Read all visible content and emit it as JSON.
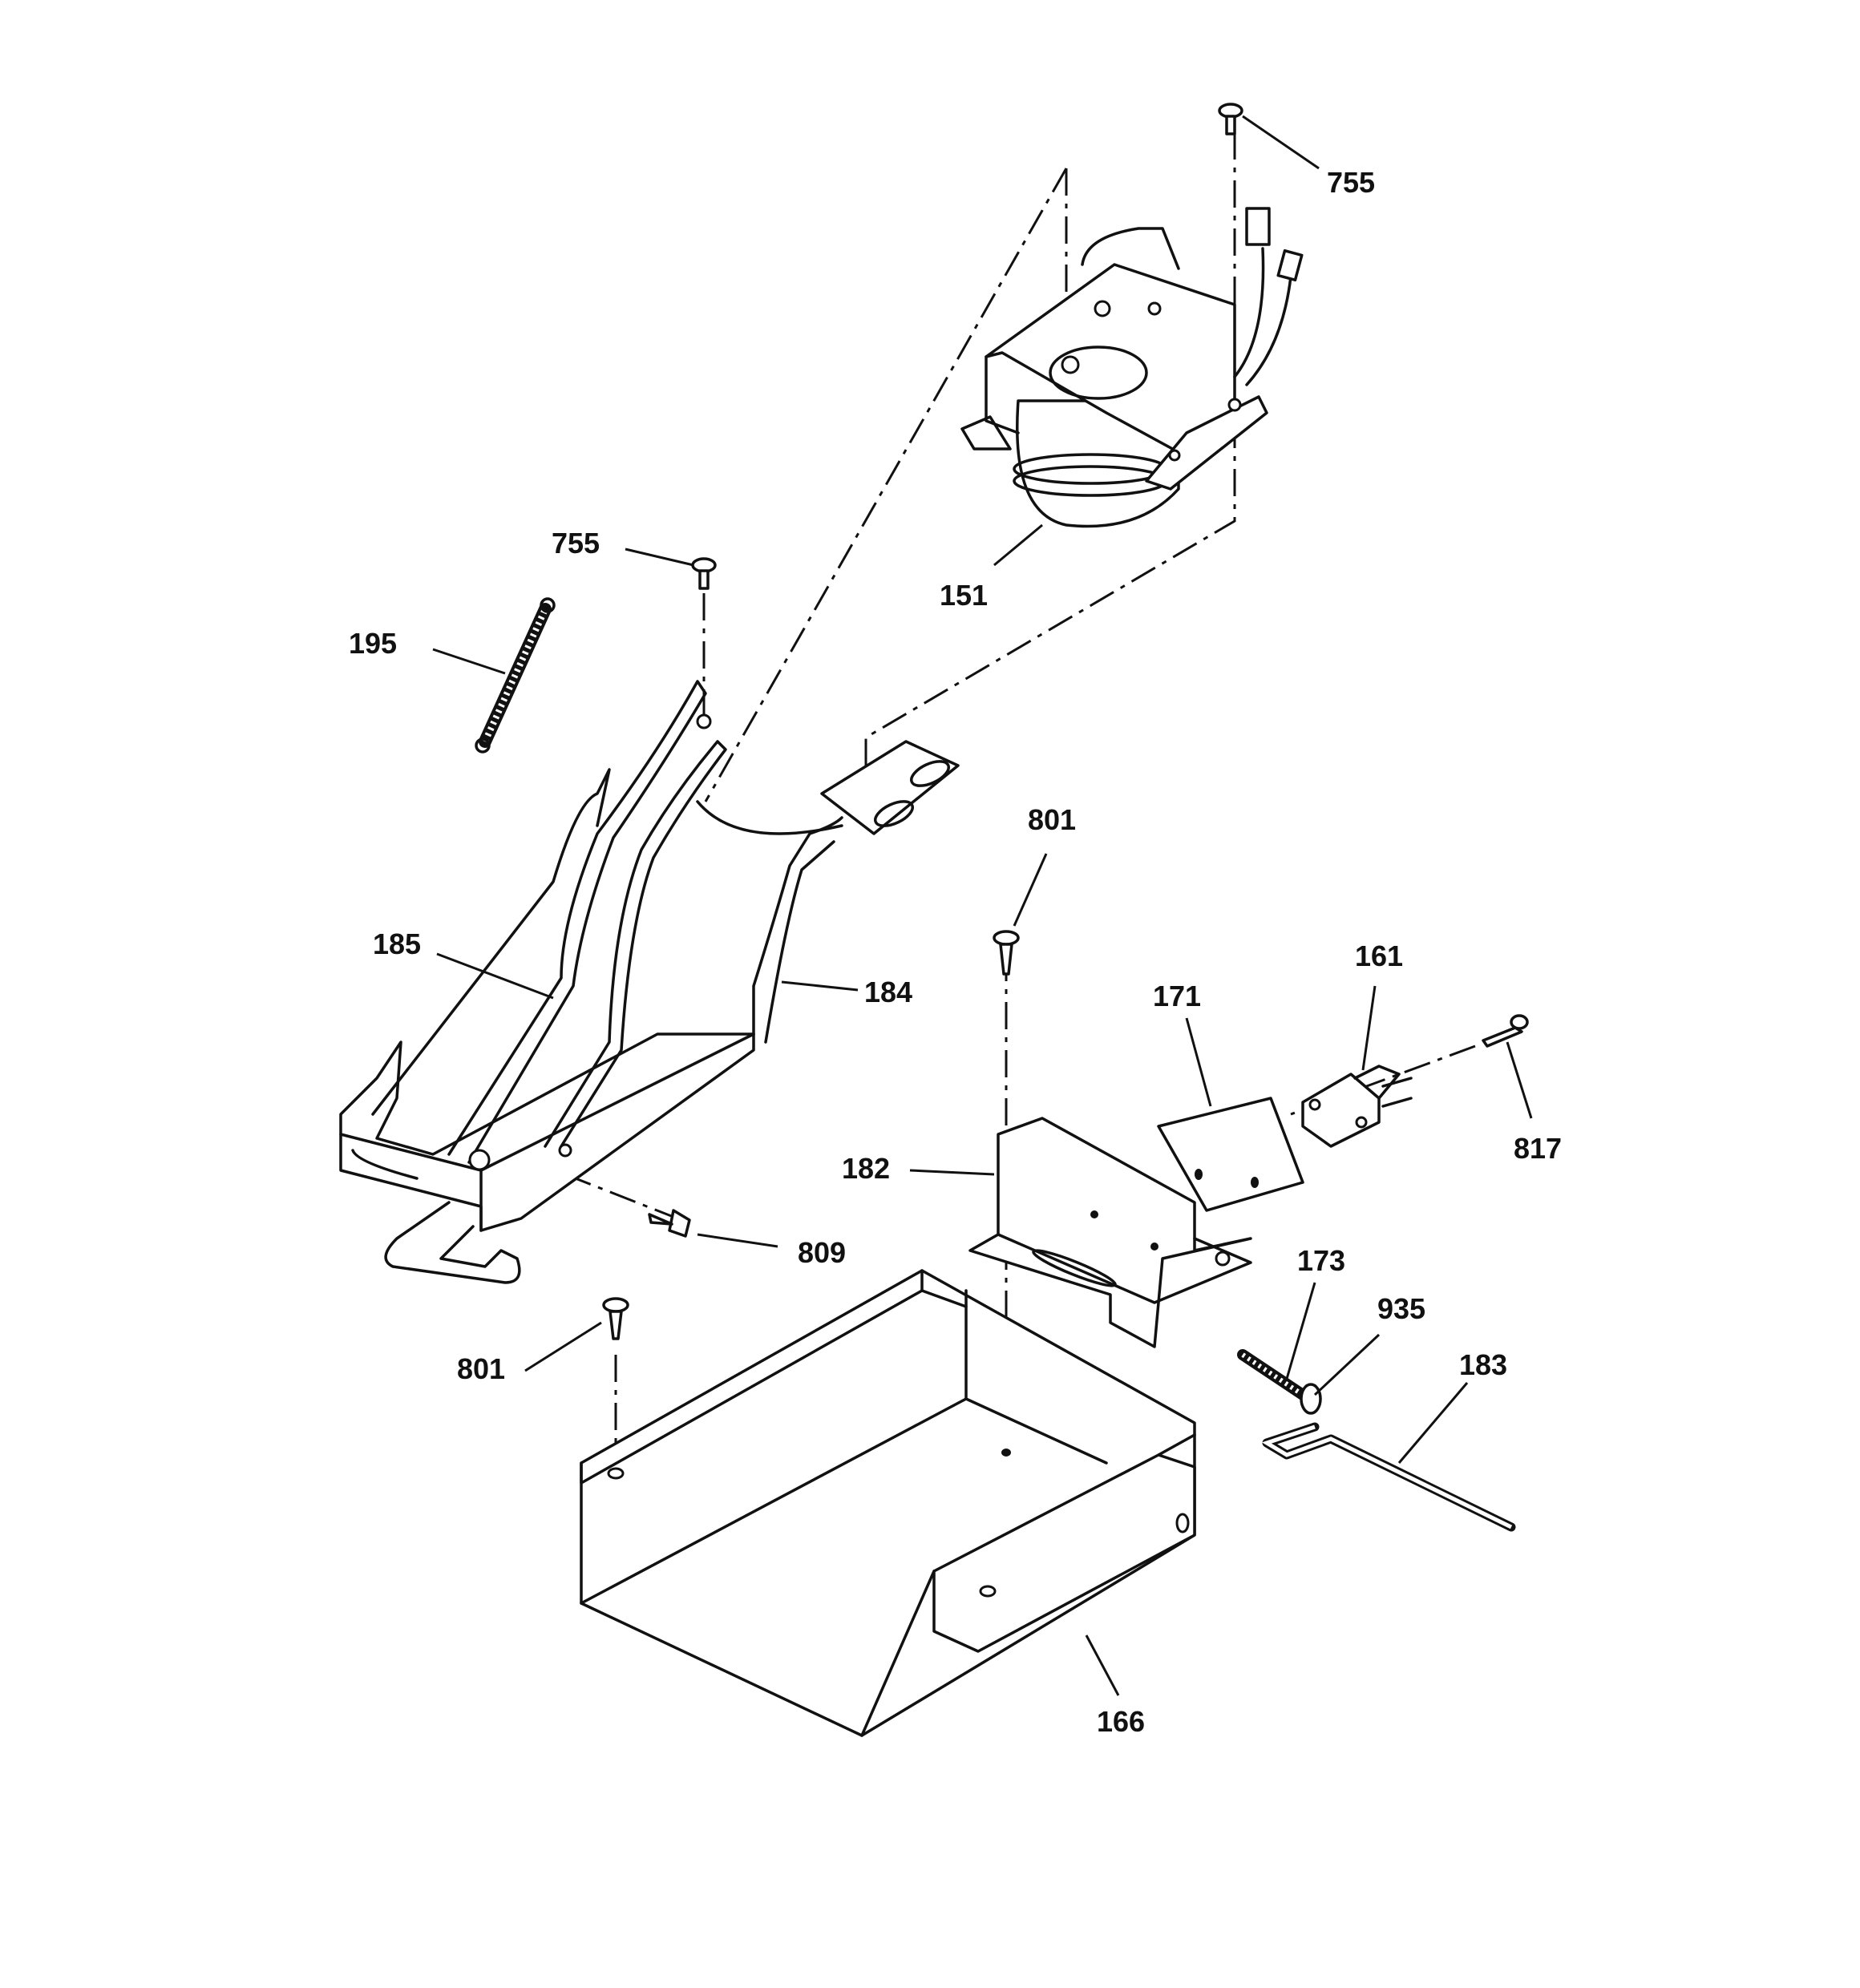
{
  "labels": {
    "l755a": "755",
    "l151": "151",
    "l755b": "755",
    "l195": "195",
    "l801a": "801",
    "l185": "185",
    "l184": "184",
    "l161": "161",
    "l171": "171",
    "l817": "817",
    "l182": "182",
    "l809": "809",
    "l173": "173",
    "l935": "935",
    "l801b": "801",
    "l183": "183",
    "l166": "166"
  }
}
